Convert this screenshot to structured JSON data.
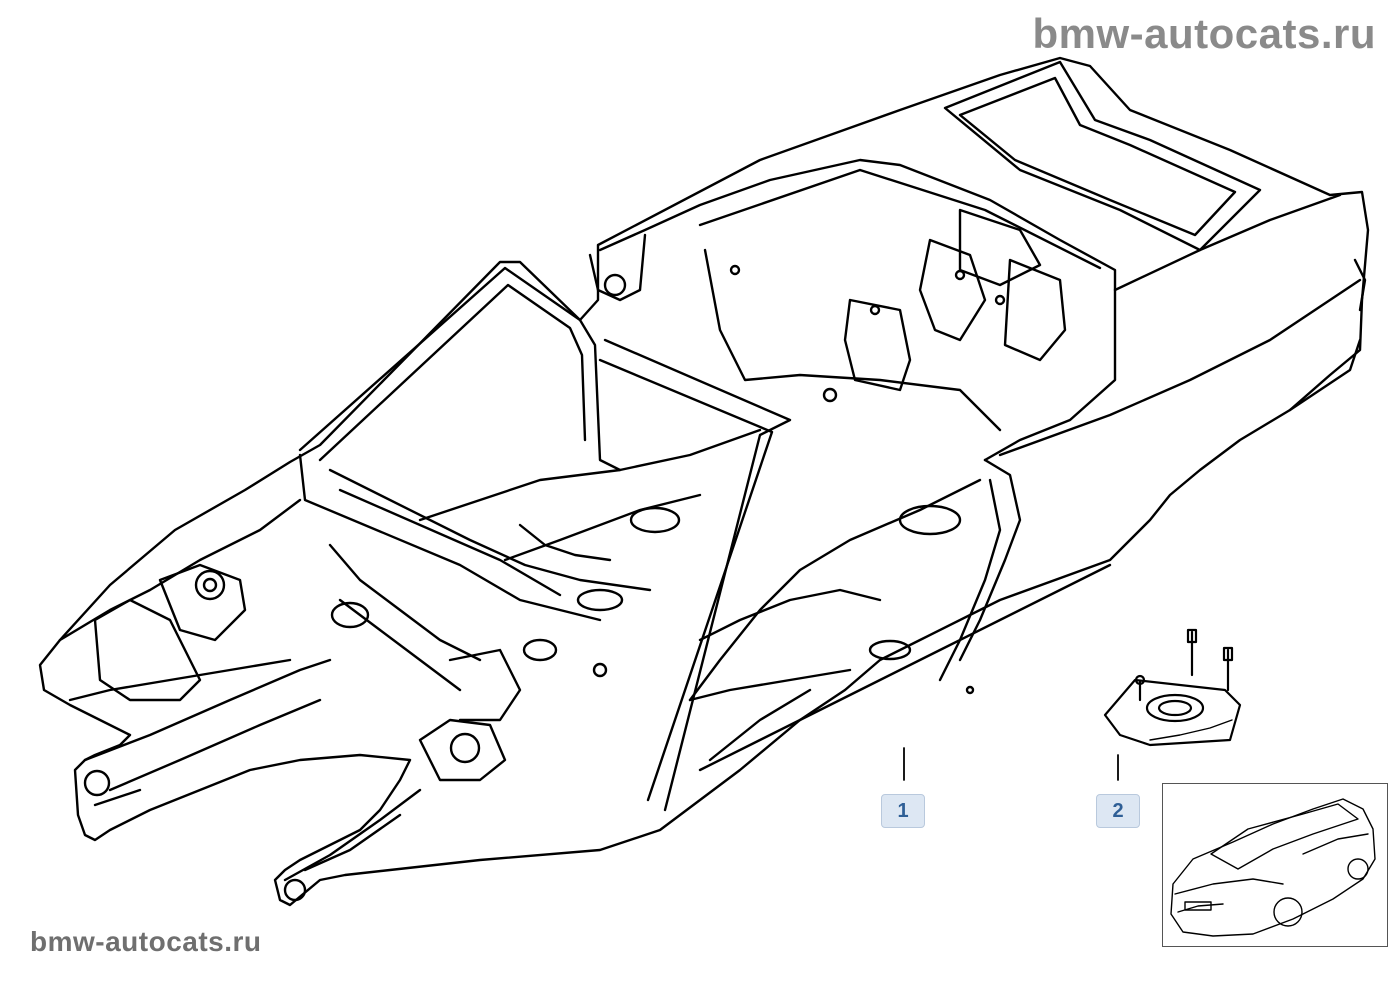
{
  "watermark": {
    "top": "bmw-autocats.ru",
    "bottom": "bmw-autocats.ru"
  },
  "callouts": [
    {
      "label": "1"
    },
    {
      "label": "2"
    }
  ],
  "icons": {
    "body_shell": "car-body-shell-drawing",
    "mount_plate": "spring-strut-mount-plate-drawing",
    "thumbnail": "car-thumbnail-icon"
  },
  "colors": {
    "line": "#000000",
    "callout_bg": "#dde7f3",
    "callout_text": "#2f5f96",
    "watermark": "#8a8a8a"
  }
}
